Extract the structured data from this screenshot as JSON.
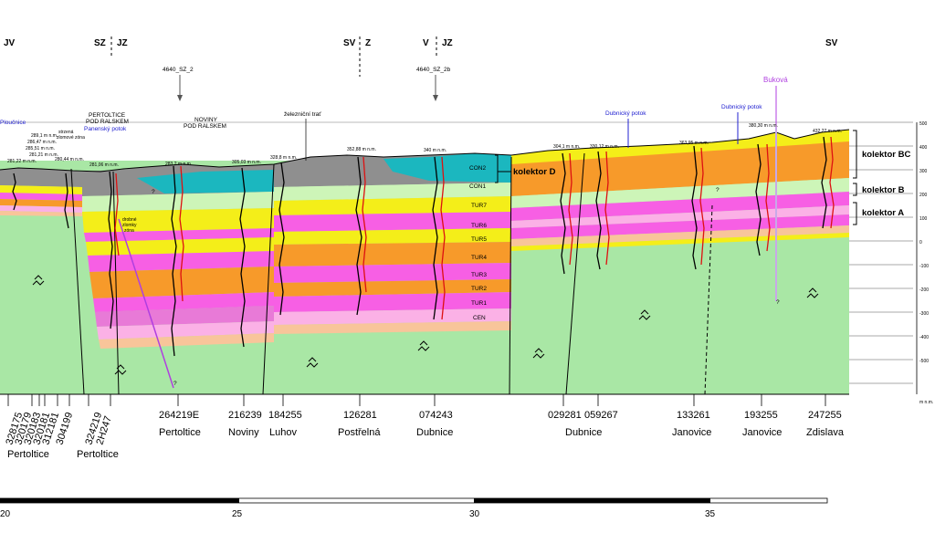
{
  "directions": [
    {
      "id": "jv",
      "text": "JV"
    },
    {
      "id": "sz",
      "text": "SZ"
    },
    {
      "id": "jz1",
      "text": "JZ"
    },
    {
      "id": "sv1",
      "text": "SV"
    },
    {
      "id": "z",
      "text": "Z"
    },
    {
      "id": "v",
      "text": "V"
    },
    {
      "id": "jz2",
      "text": "JZ"
    },
    {
      "id": "sv2",
      "text": "SV"
    }
  ],
  "sections": [
    {
      "id": "s1",
      "text": "4640_SZ_2"
    },
    {
      "id": "s2",
      "text": "4640_SZ_2b"
    }
  ],
  "names": {
    "ploucnice": "Ploučnice",
    "pertoltice_rals": "PERTOLTICE\nPOD RALSKEM",
    "panensky": "Panenský potok",
    "noviny_rals": "NOVINY\nPOD RALSKEM",
    "zeleznicni": "železniční trať",
    "dubnicky": "Dubnický potok",
    "bukova": "Buková",
    "strzena": "strzená\nzlomové zóna",
    "drobna": "drobné\nzlomky\nzóna"
  },
  "units": [
    "CON2",
    "CON1",
    "TUR7",
    "TUR6",
    "TUR5",
    "TUR4",
    "TUR3",
    "TUR2",
    "TUR1",
    "CEN"
  ],
  "kolektors": [
    {
      "id": "d",
      "text": "kolektor D"
    },
    {
      "id": "bc",
      "text": "kolektor BC"
    },
    {
      "id": "b",
      "text": "kolektor B"
    },
    {
      "id": "a",
      "text": "kolektor A"
    }
  ],
  "elevations": [
    {
      "id": "e1",
      "text": "289,1 m n.m."
    },
    {
      "id": "e2",
      "text": "286,47 m n.m."
    },
    {
      "id": "e3",
      "text": "285,51 m n.m."
    },
    {
      "id": "e4",
      "text": "281,21 m n.m."
    },
    {
      "id": "e5",
      "text": "280,44 m n.m."
    },
    {
      "id": "e6",
      "text": "281,22 m n.m."
    },
    {
      "id": "e7",
      "text": "281,06 m n.m."
    },
    {
      "id": "e8",
      "text": "283,2 m n.m."
    },
    {
      "id": "e9",
      "text": "305,03 m n.m."
    },
    {
      "id": "e10",
      "text": "328,8 m n.m."
    },
    {
      "id": "e11",
      "text": "352,88 m n.m."
    },
    {
      "id": "e12",
      "text": "340 m n.m."
    },
    {
      "id": "e13",
      "text": "304,1 m n.m."
    },
    {
      "id": "e14",
      "text": "330,12 m n.m."
    },
    {
      "id": "e15",
      "text": "363,95 m n.m."
    },
    {
      "id": "e16",
      "text": "380,30 m n.m."
    },
    {
      "id": "e17",
      "text": "432,27 m n.m."
    }
  ],
  "wells": [
    {
      "id": "w1",
      "text": "328175"
    },
    {
      "id": "w2",
      "text": "320179"
    },
    {
      "id": "w3",
      "text": "320183"
    },
    {
      "id": "w4",
      "text": "320181"
    },
    {
      "id": "w5",
      "text": "312181"
    },
    {
      "id": "w6",
      "text": "304199"
    },
    {
      "id": "w7",
      "text": "324219"
    },
    {
      "id": "w8",
      "text": "2H247"
    },
    {
      "id": "w9",
      "text": "264219E"
    },
    {
      "id": "w10",
      "text": "216239"
    },
    {
      "id": "w11",
      "text": "184255"
    },
    {
      "id": "w12",
      "text": "126281"
    },
    {
      "id": "w13",
      "text": "074243"
    },
    {
      "id": "w14",
      "text": "029281"
    },
    {
      "id": "w15",
      "text": "059267"
    },
    {
      "id": "w16",
      "text": "133261"
    },
    {
      "id": "w17",
      "text": "193255"
    },
    {
      "id": "w18",
      "text": "247255"
    }
  ],
  "places": [
    {
      "id": "p1",
      "text": "Pertoltice"
    },
    {
      "id": "p2",
      "text": "Pertoltice"
    },
    {
      "id": "p3",
      "text": "Pertoltice"
    },
    {
      "id": "p4",
      "text": "Noviny"
    },
    {
      "id": "p5",
      "text": "Luhov"
    },
    {
      "id": "p6",
      "text": "Postřelná"
    },
    {
      "id": "p7",
      "text": "Dubnice"
    },
    {
      "id": "p8",
      "text": "Dubnice"
    },
    {
      "id": "p9",
      "text": "Janovice"
    },
    {
      "id": "p10",
      "text": "Janovice"
    },
    {
      "id": "p11",
      "text": "Zdislava"
    }
  ],
  "scale": [
    "20",
    "25",
    "30",
    "35"
  ],
  "axis_ticks": [
    "500",
    "400",
    "300",
    "200",
    "100",
    "0",
    "-100",
    "-200",
    "-300",
    "-400",
    "-500"
  ],
  "axis_unit": "m n.m.",
  "question_marks": [
    "?",
    "?",
    "?",
    "?"
  ],
  "colors": {
    "basement": "#a9e7a5",
    "con2": "#1bb7bf",
    "grey": "#8f8f8f",
    "orange": "#f79a2a",
    "yellow": "#f4ee19",
    "magenta": "#f75fe4",
    "lightgreen": "#cdf5b8",
    "peach": "#f8c59a",
    "pink": "#fbb1e6",
    "label_blue": "#2020d0",
    "label_purple": "#b03fe0"
  }
}
